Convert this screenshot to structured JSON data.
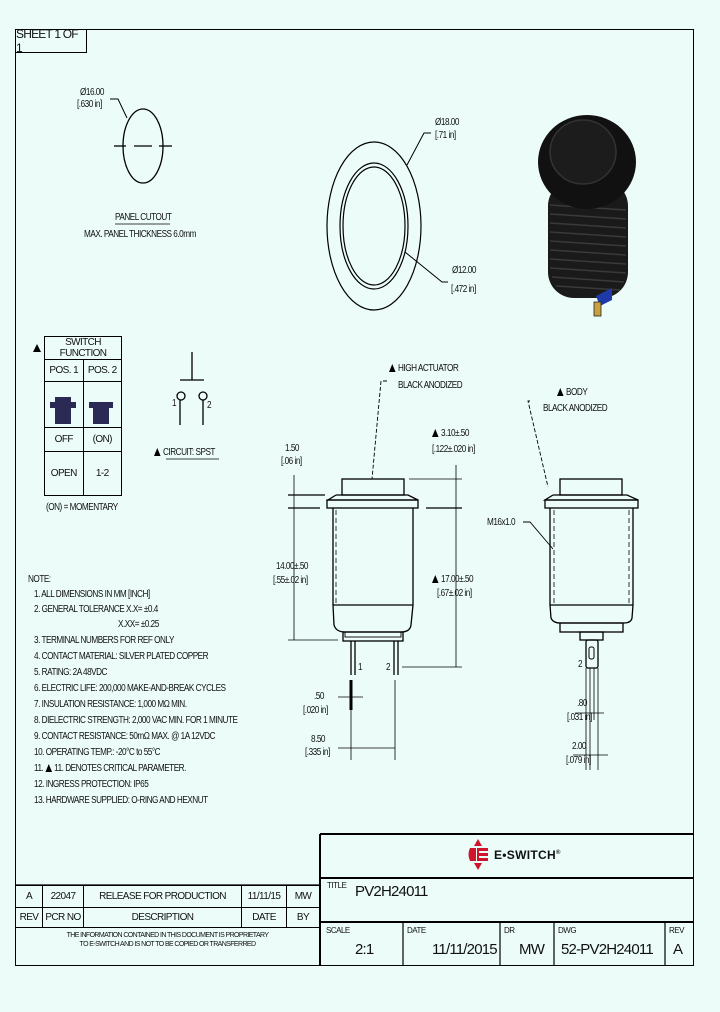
{
  "sheet": {
    "label": "SHEET 1 OF 1"
  },
  "panel_cutout": {
    "diameter_mm": "Ø16.00",
    "diameter_in": "[.630 in]",
    "title": "PANEL CUTOUT",
    "note": "MAX. PANEL THICKNESS 6.0mm"
  },
  "top_view": {
    "outer_mm": "Ø18.00",
    "outer_in": "[.71 in]",
    "inner_mm": "Ø12.00",
    "inner_in": "[.472 in]"
  },
  "switch_function": {
    "title": "SWITCH FUNCTION",
    "headers": [
      "POS. 1",
      "POS. 2"
    ],
    "states": [
      "OFF",
      "(ON)"
    ],
    "contacts": [
      "OPEN",
      "1-2"
    ],
    "footnote": "(ON) = MOMENTARY",
    "actuator_color": "#2a2a55"
  },
  "circuit": {
    "label": "CIRCUIT: SPST",
    "pin1": "1",
    "pin2": "2"
  },
  "front_view": {
    "actuator_callout_1": "HIGH ACTUATOR",
    "actuator_callout_2": "BLACK ANODIZED",
    "dim_flange_mm": "1.50",
    "dim_flange_in": "[.06 in]",
    "dim_actuator_mm": "3.10±.50",
    "dim_actuator_in": "[.122±.020 in]",
    "dim_body_mm": "14.00±.50",
    "dim_body_in": "[.55±.02 in]",
    "dim_total_mm": "17.00±.50",
    "dim_total_in": "[.67±.02 in]",
    "pin1": "1",
    "pin2": "2",
    "dim_pin_thk_mm": ".50",
    "dim_pin_thk_in": "[.020 in]",
    "dim_pin_pitch_mm": "8.50",
    "dim_pin_pitch_in": "[.335 in]"
  },
  "side_view": {
    "body_callout_1": "BODY",
    "body_callout_2": "BLACK ANODIZED",
    "thread": "M16x1.0",
    "pin": "2",
    "dim_hole_mm": ".80",
    "dim_hole_in": "[.031 in]",
    "dim_width_mm": "2.00",
    "dim_width_in": "[.079 in]"
  },
  "notes": {
    "title": "NOTE:",
    "items": [
      "1. ALL DIMENSIONS IN MM [INCH]",
      "2. GENERAL TOLERANCE X.X= ±0.4",
      "X.XX= ±0.25",
      "3. TERMINAL NUMBERS FOR REF ONLY",
      "4. CONTACT MATERIAL: SILVER PLATED COPPER",
      "5. RATING: 2A 48VDC",
      "6. ELECTRIC LIFE: 200,000 MAKE-AND-BREAK CYCLES",
      "7. INSULATION RESISTANCE: 1,000 MΩ MIN.",
      "8. DIELECTRIC STRENGTH: 2,000 VAC MIN. FOR 1 MINUTE",
      "9. CONTACT RESISTANCE: 50mΩ MAX. @ 1A 12VDC",
      "10. OPERATING TEMP.: -20°C to 55°C",
      "11. DENOTES CRITICAL PARAMETER.",
      "12. INGRESS PROTECTION: IP65",
      "13. HARDWARE SUPPLIED: O-RING AND HEXNUT"
    ]
  },
  "revision_block": {
    "row": {
      "rev": "A",
      "pcr": "22047",
      "description": "RELEASE FOR PRODUCTION",
      "date": "11/11/15",
      "by": "MW"
    },
    "headers": {
      "rev": "REV",
      "pcr": "PCR NO",
      "description": "DESCRIPTION",
      "date": "DATE",
      "by": "BY"
    },
    "proprietary_1": "THE INFORMATION CONTAINED IN THIS DOCUMENT IS PROPRIETARY",
    "proprietary_2": "TO E-SWITCH AND IS NOT TO BE COPIED OR TRANSFERRED"
  },
  "title_block": {
    "brand": "E•SWITCH",
    "brand_mark": "®",
    "brand_color": "#d0142c",
    "title_label": "TITLE",
    "title": "PV2H24011",
    "scale_label": "SCALE",
    "scale": "2:1",
    "date_label": "DATE",
    "date": "11/11/2015",
    "dr_label": "DR",
    "dr": "MW",
    "dwg_label": "DWG",
    "dwg": "52-PV2H24011",
    "rev_label": "REV",
    "rev": "A"
  }
}
